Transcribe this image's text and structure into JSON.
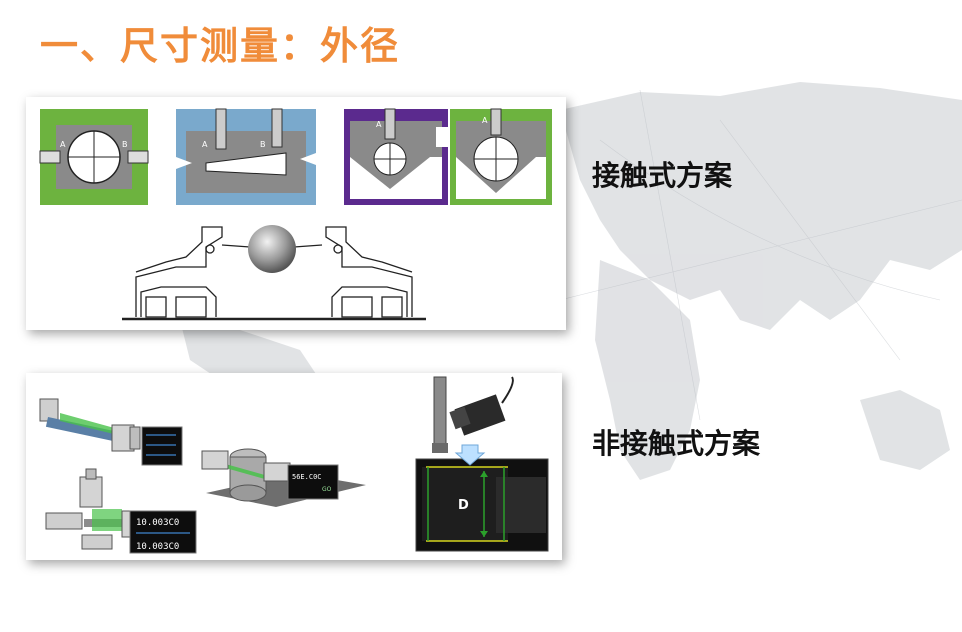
{
  "slide": {
    "title": "一、尺寸测量：外径",
    "labels": {
      "contact": "接触式方案",
      "noncontact": "非接触式方案"
    }
  },
  "contact_figure": {
    "probe_markers": [
      "A",
      "B"
    ]
  },
  "noncontact_figure": {
    "display_readings": [
      "10.003C0",
      "10.003C0"
    ],
    "sensor_reading": "56E.C0C",
    "sensor_status": "GO",
    "diameter_label": "D"
  },
  "colors": {
    "title": "#f08c3a",
    "green": "#6db33f",
    "blue": "#7aa9cc",
    "purple": "#5b2a8e",
    "gray": "#8a8a8a"
  }
}
